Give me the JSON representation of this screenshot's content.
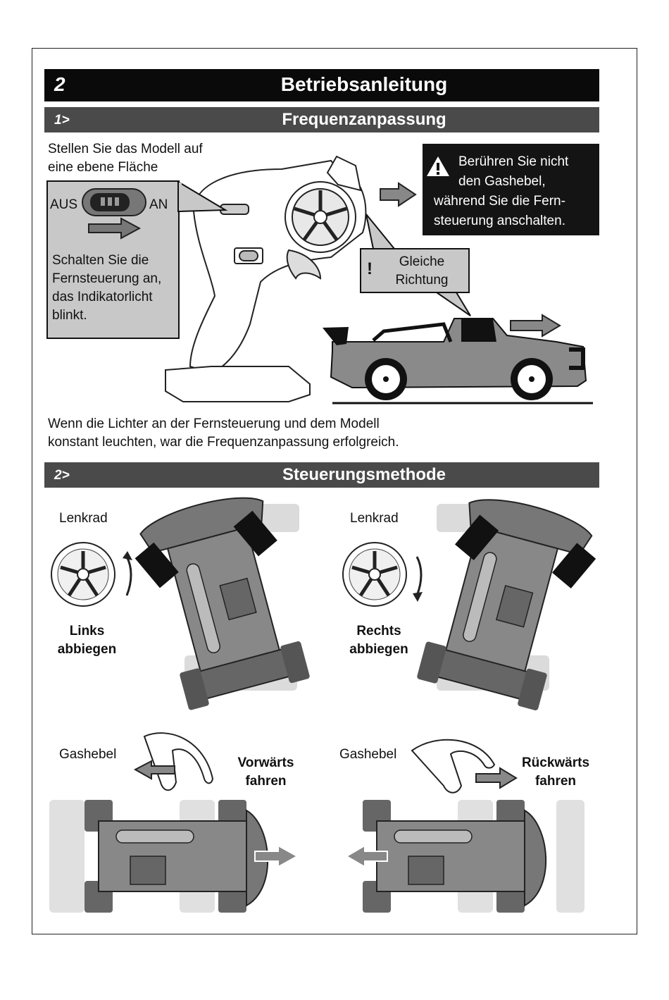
{
  "section": {
    "number": "2",
    "title": "Betriebsanleitung"
  },
  "freq": {
    "number": "1>",
    "title": "Frequenzanpassung",
    "intro_line1": "Stellen Sie das Modell auf",
    "intro_line2": "eine ebene Fläche",
    "switch_off": "AUS",
    "switch_on": "AN",
    "switch_note": [
      "Schalten Sie die",
      "Fernsteuerung an,",
      "das Indikatorlicht",
      "blinkt."
    ],
    "warning": [
      "Berühren Sie nicht",
      "den Gashebel,",
      "während Sie die Fern-",
      "steuerung anschalten."
    ],
    "same_direction": [
      "Gleiche",
      "Richtung"
    ],
    "exclamation": "!",
    "warning_icon": "warning-triangle-icon",
    "success_line1": "Wenn die Lichter an der Fernsteuerung und dem Modell",
    "success_line2": "konstant leuchten, war die Frequenzanpassung erfolgreich."
  },
  "steer": {
    "number": "2>",
    "title": "Steuerungsmethode",
    "left": {
      "label": "Lenkrad",
      "action1": "Links",
      "action2": "abbiegen"
    },
    "right": {
      "label": "Lenkrad",
      "action1": "Rechts",
      "action2": "abbiegen"
    },
    "forward": {
      "label": "Gashebel",
      "action1": "Vorwärts",
      "action2": "fahren"
    },
    "reverse": {
      "label": "Gashebel",
      "action1": "Rückwärts",
      "action2": "fahren"
    }
  }
}
